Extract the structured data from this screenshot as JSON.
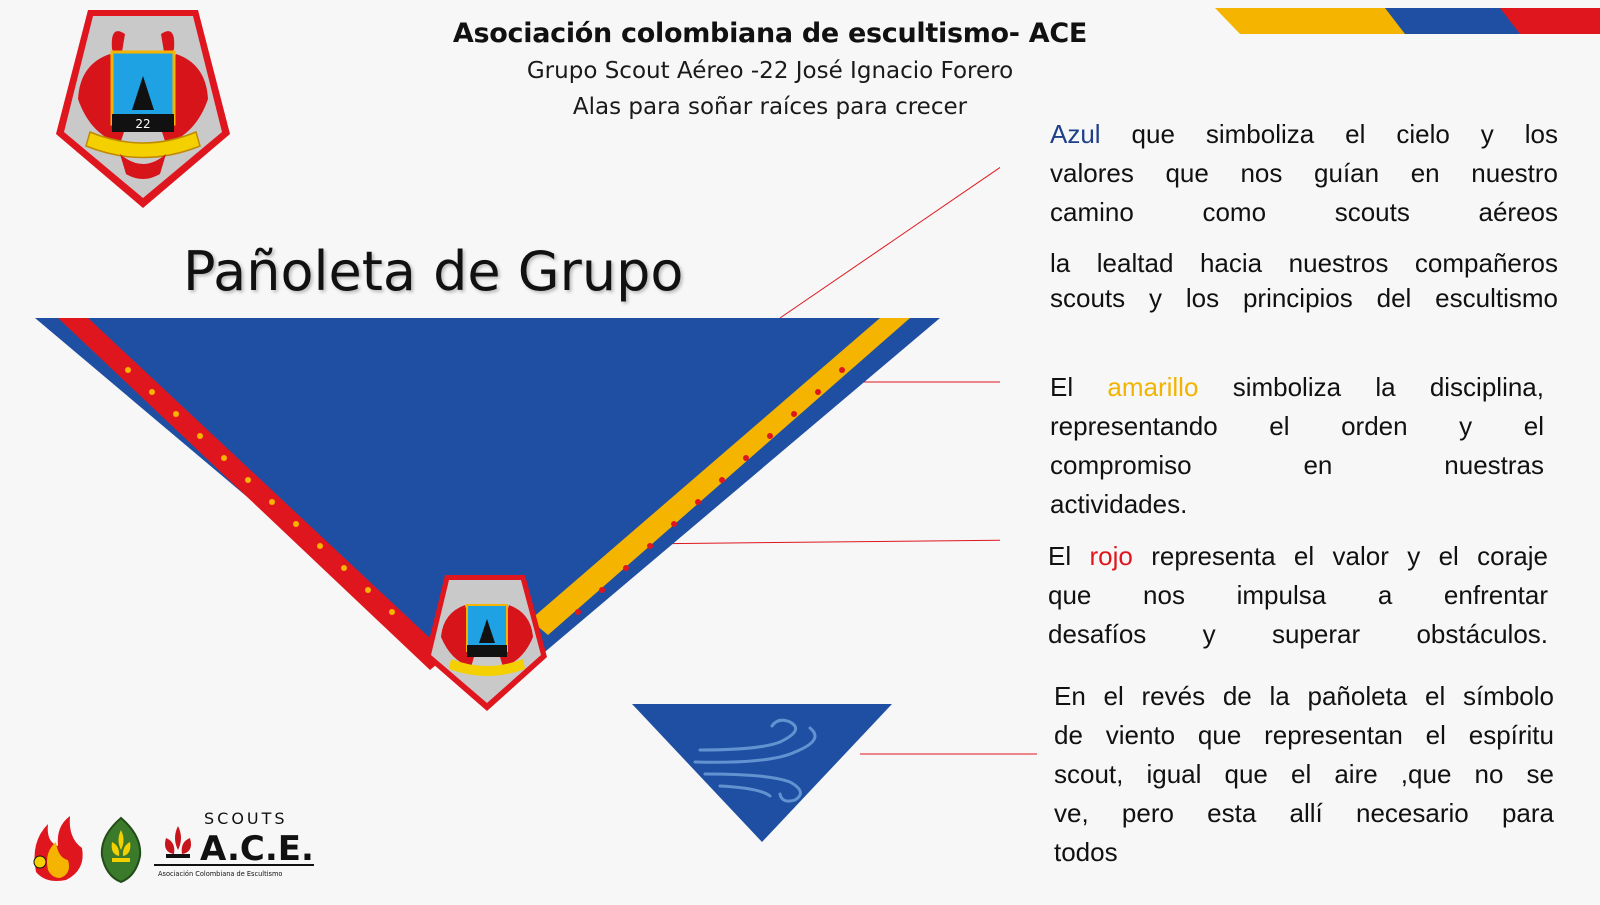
{
  "header": {
    "title": "Asociación colombiana de escultismo- ACE",
    "subtitle_1": "Grupo Scout Aéreo -22 José Ignacio Forero",
    "subtitle_2": "Alas para soñar raíces para crecer"
  },
  "main_title": "Pañoleta de Grupo",
  "emblem": {
    "number": "22"
  },
  "descriptions": {
    "azul": {
      "color_word": "Azul",
      "line1_rest": " que simboliza el cielo y los",
      "line2": "valores que nos guían en nuestro",
      "line3": "camino como scouts aéreos"
    },
    "lealtad": {
      "line1": "la lealtad hacia nuestros compañeros",
      "line2": "scouts y los principios del escultismo"
    },
    "amarillo": {
      "prefix": "El ",
      "color_word": "amarillo",
      "line1_rest": " simboliza la disciplina,",
      "line2": "representando el orden y el",
      "line3": "compromiso en nuestras",
      "line4": "actividades."
    },
    "rojo": {
      "prefix": "El ",
      "color_word": "rojo",
      "line1_rest": " representa el valor y el coraje",
      "line2": "que nos impulsa a enfrentar",
      "line3": "desafíos y superar obstáculos."
    },
    "reves": {
      "line1": "En el revés de la pañoleta el símbolo",
      "line2": "de viento que representan el espíritu",
      "line3": "scout, igual que el aire ,que no se",
      "line4": "ve, pero esta allí necesario para",
      "line5": "todos"
    }
  },
  "footer_logos": {
    "scouts_text": "SCOUTS",
    "ace_text": "A.C.E.",
    "ace_caption": "Asociación Colombiana de Escultismo"
  },
  "colors": {
    "blue": "#1f4fa3",
    "yellow": "#f4b400",
    "red": "#e0161e",
    "text_blue": "#1f3f8a"
  }
}
